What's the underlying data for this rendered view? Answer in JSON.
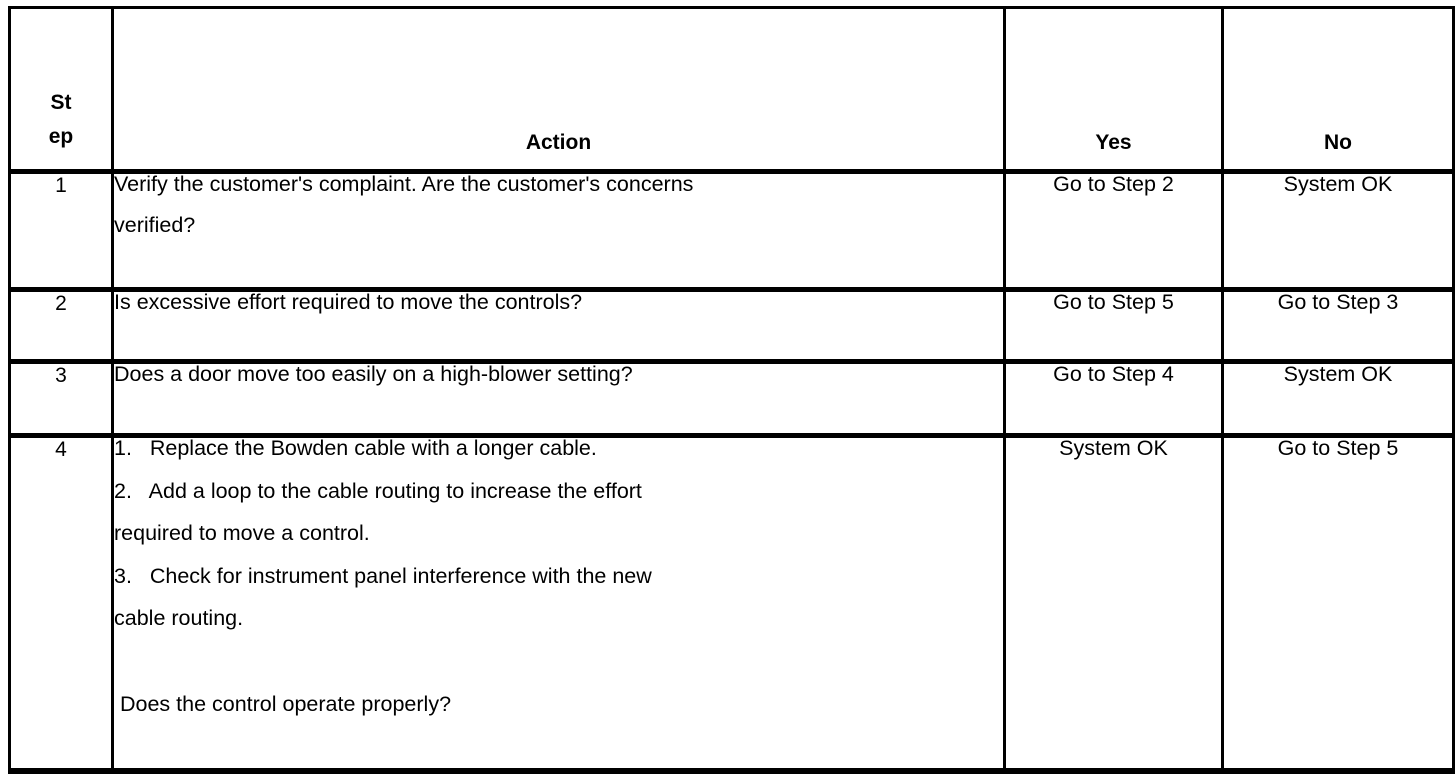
{
  "table": {
    "columns": [
      {
        "key": "step",
        "label_lines": [
          "St",
          "ep"
        ],
        "label": "Step",
        "align": "center"
      },
      {
        "key": "action",
        "label": "Action",
        "align": "center"
      },
      {
        "key": "yes",
        "label": "Yes",
        "align": "center"
      },
      {
        "key": "no",
        "label": "No",
        "align": "center"
      }
    ],
    "rows": [
      {
        "step": "1",
        "action_lines": [
          "Verify the customer's complaint. Are the customer's concerns",
          "verified?"
        ],
        "yes": "Go to Step 2",
        "no": "System OK"
      },
      {
        "step": "2",
        "action_lines": [
          "Is excessive effort required to move the controls?"
        ],
        "yes": "Go to Step 5",
        "no": "Go to Step 3"
      },
      {
        "step": "3",
        "action_lines": [
          "Does a door move too easily on a high-blower setting?"
        ],
        "yes": "Go to Step 4",
        "no": "System OK"
      },
      {
        "step": "4",
        "action_lines": [
          "1.   Replace the Bowden cable with a longer cable.",
          "2.   Add a loop to the cable routing to increase the effort",
          "required to move a control.",
          "3.   Check for instrument panel interference with the new",
          "cable routing.",
          "",
          " Does the control operate properly?"
        ],
        "yes": "System OK",
        "no": "Go to Step 5"
      }
    ]
  },
  "style": {
    "border_color": "#000000",
    "text_color": "#000000",
    "background": "#ffffff"
  }
}
